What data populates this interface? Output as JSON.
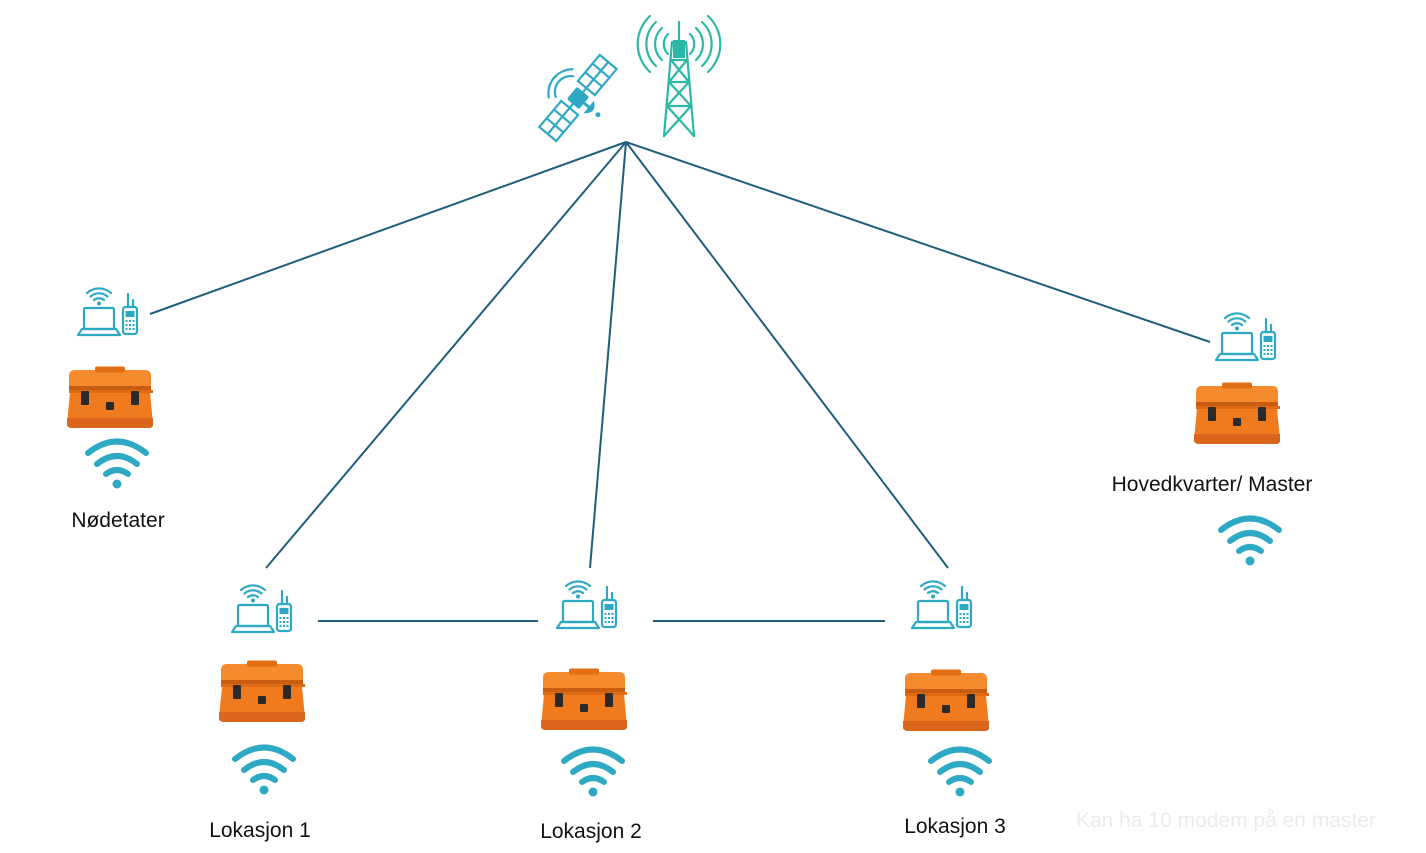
{
  "colors": {
    "link": "#1f5f7a",
    "icon": "#2ea9c4",
    "tower": "#2bb8a6",
    "case": "#f07a1e",
    "case_dark": "#c85c10",
    "case_hw": "#2a2a2a",
    "note": "#e9edf0"
  },
  "hub": {
    "icons": [
      "satellite-icon",
      "cell-tower-icon"
    ]
  },
  "nodes": [
    {
      "id": "nodetater",
      "label": "Nødetater",
      "icons": [
        "laptop-icon",
        "wifi-signal-icon",
        "radio-icon",
        "equipment-case-icon",
        "wifi-icon"
      ]
    },
    {
      "id": "lokasjon1",
      "label": "Lokasjon 1",
      "icons": [
        "laptop-icon",
        "wifi-signal-icon",
        "radio-icon",
        "equipment-case-icon",
        "wifi-icon"
      ]
    },
    {
      "id": "lokasjon2",
      "label": "Lokasjon 2",
      "icons": [
        "laptop-icon",
        "wifi-signal-icon",
        "radio-icon",
        "equipment-case-icon",
        "wifi-icon"
      ]
    },
    {
      "id": "lokasjon3",
      "label": "Lokasjon 3",
      "icons": [
        "laptop-icon",
        "wifi-signal-icon",
        "radio-icon",
        "equipment-case-icon",
        "wifi-icon"
      ]
    },
    {
      "id": "hovedkvarter",
      "label": "Hovedkvarter/ Master",
      "icons": [
        "laptop-icon",
        "wifi-signal-icon",
        "radio-icon",
        "equipment-case-icon",
        "wifi-icon"
      ]
    }
  ],
  "links": [
    {
      "from": "hub",
      "to": "nodetater"
    },
    {
      "from": "hub",
      "to": "lokasjon1"
    },
    {
      "from": "hub",
      "to": "lokasjon2"
    },
    {
      "from": "hub",
      "to": "lokasjon3"
    },
    {
      "from": "hub",
      "to": "hovedkvarter"
    },
    {
      "from": "lokasjon1",
      "to": "lokasjon2"
    },
    {
      "from": "lokasjon2",
      "to": "lokasjon3"
    }
  ],
  "note": {
    "text": "Kan ha 10 modem på en master"
  }
}
